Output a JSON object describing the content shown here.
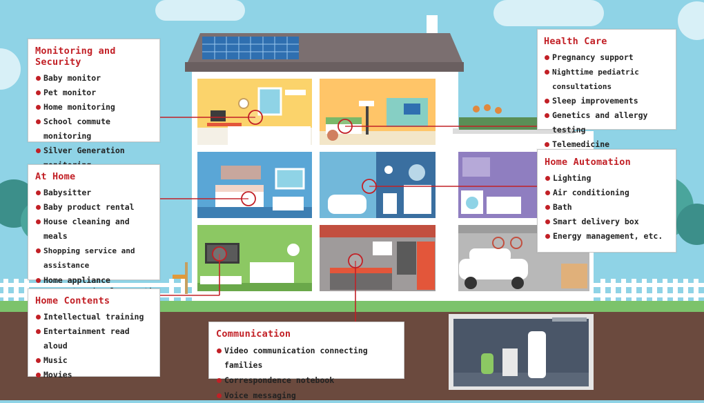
{
  "panels": {
    "monitoring": {
      "title": "Monitoring and Security",
      "items": [
        "Baby monitor",
        "Pet monitor",
        "Home monitoring",
        "School commute monitoring",
        "Silver Generation monitoring"
      ]
    },
    "at_home": {
      "title": "At Home",
      "items": [
        "Babysitter",
        "Baby product rental",
        "House cleaning and meals",
        "Shopping service and assistance",
        "Home appliance guarantee (replacement)"
      ]
    },
    "home_contents": {
      "title": "Home Contents",
      "items": [
        "Intellectual training",
        "Entertainment read aloud",
        "Music",
        "Movies"
      ]
    },
    "communication": {
      "title": "Communication",
      "items": [
        "Video communication connecting families",
        "Correspondence notebook",
        "Voice messaging"
      ]
    },
    "health_care": {
      "title": "Health Care",
      "items": [
        "Pregnancy support",
        "Nighttime pediatric consultations",
        "Sleep improvements",
        "Genetics and allergy testing",
        "Telemedicine"
      ]
    },
    "home_automation": {
      "title": "Home Automation",
      "items": [
        "Lighting",
        "Air conditioning",
        "Bath",
        "Smart delivery box",
        "Energy management, etc."
      ]
    }
  },
  "colors": {
    "accent": "#c22026",
    "sky": "#8fd3e6",
    "grass": "#7cc36b",
    "soil": "#6b4a3e",
    "roof": "#7b6f70"
  }
}
